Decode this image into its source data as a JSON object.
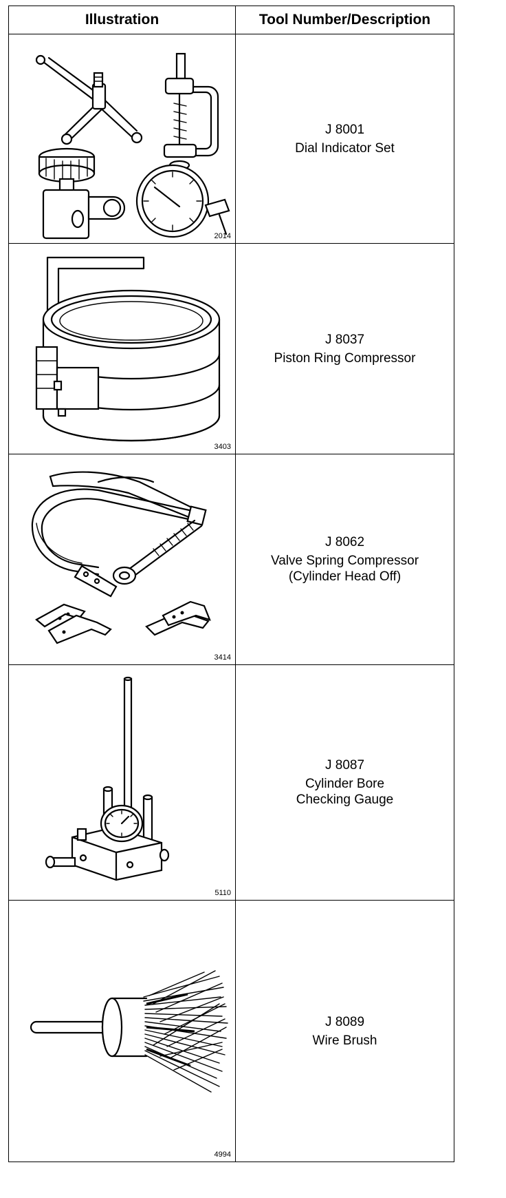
{
  "headers": {
    "illustration": "Illustration",
    "tool": "Tool Number/Description"
  },
  "rows": [
    {
      "figure": "2014",
      "number": "J 8001",
      "description": "Dial Indicator Set",
      "icon": "dial-indicator-set-icon"
    },
    {
      "figure": "3403",
      "number": "J 8037",
      "description": "Piston Ring Compressor",
      "icon": "piston-ring-compressor-icon"
    },
    {
      "figure": "3414",
      "number": "J 8062",
      "description": "Valve Spring Compressor\n(Cylinder Head Off)",
      "icon": "valve-spring-compressor-icon"
    },
    {
      "figure": "5110",
      "number": "J 8087",
      "description": "Cylinder Bore\nChecking Gauge",
      "icon": "cylinder-bore-gauge-icon"
    },
    {
      "figure": "4994",
      "number": "J 8089",
      "description": "Wire Brush",
      "icon": "wire-brush-icon"
    }
  ]
}
